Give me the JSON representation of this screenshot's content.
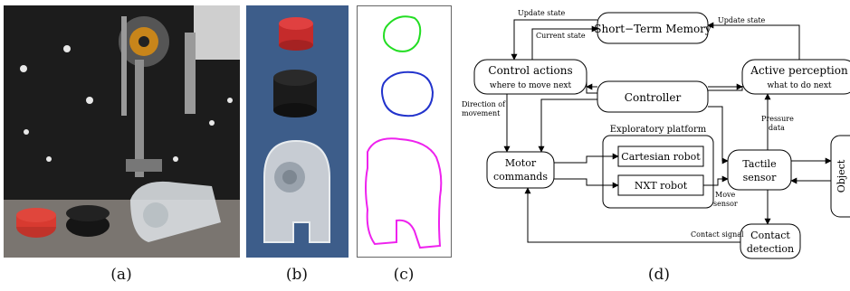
{
  "captions": {
    "a": "(a)",
    "b": "(b)",
    "c": "(c)",
    "d": "(d)"
  },
  "diagram": {
    "nodes": {
      "short_term_memory": "Short−Term Memory",
      "control_actions": "Control actions",
      "control_actions_sub": "where to move next",
      "active_perception": "Active perception",
      "active_perception_sub": "what to do next",
      "controller": "Controller",
      "exploratory_platform": "Exploratory platform",
      "cartesian_robot": "Cartesian robot",
      "nxt_robot": "NXT robot",
      "motor_commands_1": "Motor",
      "motor_commands_2": "commands",
      "tactile_sensor_1": "Tactile",
      "tactile_sensor_2": "sensor",
      "object": "Object",
      "contact_detection_1": "Contact",
      "contact_detection_2": "detection"
    },
    "edge_labels": {
      "update_state_left": "Update state",
      "update_state_right": "Update state",
      "current_state": "Current state",
      "direction_1": "Direction of",
      "direction_2": "movement",
      "pressure_1": "Pressure",
      "pressure_2": "data",
      "move_1": "Move",
      "move_2": "sensor",
      "contact_signal": "Contact signal"
    }
  },
  "contours": {
    "green": "#22dd22",
    "blue": "#2233cc",
    "magenta": "#ee22ee"
  }
}
